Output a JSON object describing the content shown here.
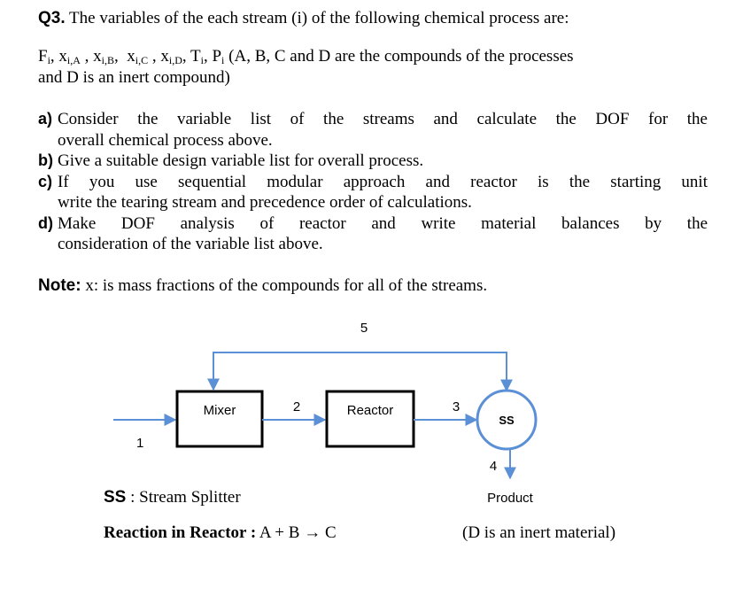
{
  "question": {
    "number": "Q3.",
    "title": " The variables of the each stream (i) of the following chemical process are:",
    "variables_line1": "(A, B, C and D are the compounds of the processes",
    "variables_line2": "and D is an inert compound)",
    "items": [
      {
        "label": "a)",
        "line1": "Consider the variable list of the streams and calculate the DOF for the",
        "line2": "overall chemical process above."
      },
      {
        "label": "b)",
        "line1": "Give a suitable design variable list for overall process."
      },
      {
        "label": "c)",
        "line1": "If you use sequential modular approach and reactor is the starting unit",
        "line2": "write the tearing stream and precedence order of calculations."
      },
      {
        "label": "d)",
        "line1": "Make DOF analysis of reactor and write material balances by the",
        "line2": "consideration of the variable list above."
      }
    ],
    "note_label": "Note:",
    "note_text": " x: is mass fractions of the compounds for all of the streams."
  },
  "diagram": {
    "units": {
      "mixer": "Mixer",
      "reactor": "Reactor",
      "splitter": "SS"
    },
    "streams": {
      "s1": "1",
      "s2": "2",
      "s3": "3",
      "s4": "4",
      "s5": "5"
    },
    "product_label": "Product",
    "stroke_color": "#000000",
    "arrow_color": "#5b8fd6"
  },
  "footer": {
    "ss_label": "SS",
    "ss_text": " : Stream Splitter",
    "reaction_label": "Reaction in Reactor :",
    "reaction_eq": " A + B → C",
    "inert_note": "(D is an inert material)"
  }
}
